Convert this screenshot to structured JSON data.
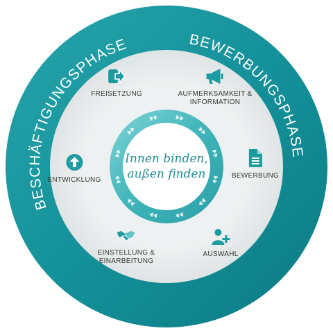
{
  "outer_left": "BESCHÄFTIGUNGSPHASE",
  "outer_right": "BEWERBUNGSPHASE",
  "center": {
    "line1": "Innen binden,",
    "line2": "außen finden"
  },
  "steps": {
    "freisetzung": "FREISETZUNG",
    "aufmerksamkeit_1": "AUFMERKSAMKEIT &",
    "aufmerksamkeit_2": "INFORMATION",
    "bewerbung": "BEWERBUNG",
    "auswahl": "AUSWAHL",
    "einstellung_1": "EINSTELLUNG &",
    "einstellung_2": "EINARBEITUNG",
    "entwicklung": "ENTWICKLUNG"
  },
  "colors": {
    "teal_dark": "#138b93",
    "teal_light": "#5fc3c7",
    "inner_ring": "#e9eded",
    "text": "#3a3a3a"
  },
  "icons": [
    "exit-arrow-icon",
    "megaphone-icon",
    "document-icon",
    "add-user-icon",
    "handshake-icon",
    "arrow-up-circle-icon"
  ]
}
